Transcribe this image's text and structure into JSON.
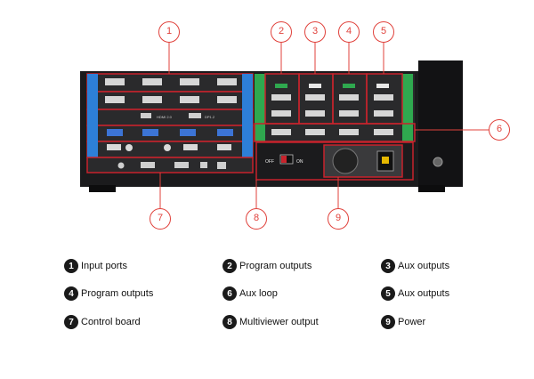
{
  "callouts": [
    {
      "num": "1",
      "label": "Input ports"
    },
    {
      "num": "2",
      "label": "Program outputs"
    },
    {
      "num": "3",
      "label": "Aux outputs"
    },
    {
      "num": "4",
      "label": "Program outputs"
    },
    {
      "num": "5",
      "label": "Aux outputs"
    },
    {
      "num": "6",
      "label": "Aux loop"
    },
    {
      "num": "7",
      "label": "Control board"
    },
    {
      "num": "8",
      "label": "Multiviewer output"
    },
    {
      "num": "9",
      "label": "Power"
    }
  ],
  "device": {
    "power_switch_off": "OFF",
    "power_switch_on": "ON",
    "hdmi_label": "HDMI 2.0",
    "dp_label": "DP1.2"
  },
  "colors": {
    "accent": "#e0413b",
    "chassis": "#1b1b1d",
    "input_card": "#c8232c",
    "program_card": "#2fa84f",
    "vga_card": "#1e6fd0"
  }
}
